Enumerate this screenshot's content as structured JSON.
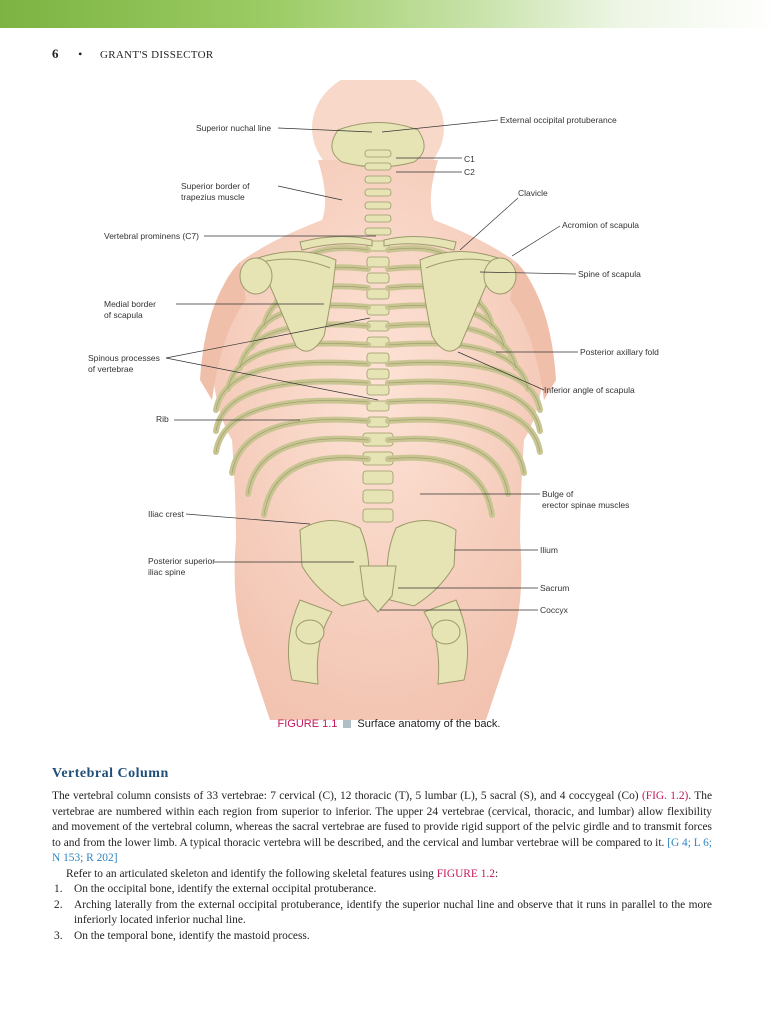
{
  "header": {
    "page_number": "6",
    "bullet": "•",
    "book_title": "GRANT'S DISSECTOR"
  },
  "figure": {
    "labels": {
      "superior_nuchal_line": "Superior nuchal line",
      "external_occipital_protuberance": "External occipital protuberance",
      "c1": "C1",
      "c2": "C2",
      "superior_border_trapezius": "Superior border of\ntrapezius muscle",
      "clavicle": "Clavicle",
      "acromion": "Acromion of scapula",
      "vertebral_prominens": "Vertebral prominens (C7)",
      "spine_of_scapula": "Spine of scapula",
      "medial_border": "Medial border\nof scapula",
      "posterior_axillary_fold": "Posterior axillary fold",
      "spinous_processes": "Spinous processes\nof vertebrae",
      "inferior_angle": "Inferior angle of scapula",
      "rib": "Rib",
      "bulge_erector": "Bulge of\nerector spinae muscles",
      "iliac_crest": "Iliac crest",
      "ilium": "Ilium",
      "psis": "Posterior superior\niliac spine",
      "sacrum": "Sacrum",
      "coccyx": "Coccyx"
    },
    "caption": {
      "number": "FIGURE 1.1",
      "text": "Surface anatomy of the back."
    },
    "colors": {
      "skin": "#f6d2c2",
      "bone": "#e6e3b5",
      "bone_outline": "#9c9a6a"
    }
  },
  "section": {
    "title": "Vertebral Column",
    "paragraph": {
      "t1": "The vertebral column consists of 33 vertebrae: 7 cervical (C), 12 thoracic (T), 5 lumbar (L), 5 sacral (S), and 4 coccygeal (Co) ",
      "xref1": "(FIG. 1.2)",
      "t2": ". The vertebrae are numbered within each region from superior to inferior. The upper 24 vertebrae (cervical, thoracic, and lumbar) allow flexibility and movement of the vertebral column, whereas the sacral vertebrae are fused to provide rigid support of the pelvic girdle and to transmit forces to and from the lower limb. A typical thoracic vertebra will be described, and the cervical and lumbar vertebrae will be compared to it. ",
      "refs": "[G 4; L 6; N 153; R 202]"
    },
    "instruction": {
      "t1": "Refer to an articulated skeleton and identify the following skeletal features using ",
      "xref": "FIGURE 1.2",
      "t2": ":"
    },
    "steps": [
      {
        "num": "1.",
        "text": "On the occipital bone, identify the external occipital protuberance."
      },
      {
        "num": "2.",
        "text": "Arching laterally from the external occipital protuberance, identify the superior nuchal line and observe that it runs in parallel to the more inferiorly located inferior nuchal line."
      },
      {
        "num": "3.",
        "text": "On the temporal bone, identify the mastoid process."
      }
    ]
  }
}
